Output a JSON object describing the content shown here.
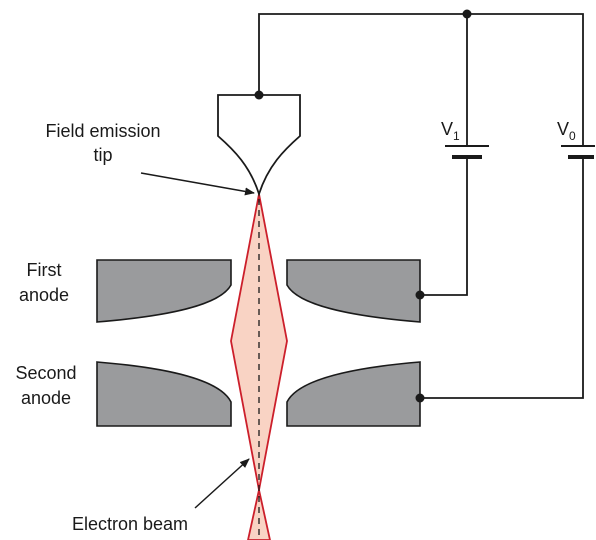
{
  "labels": {
    "tip_line1": "Field emission",
    "tip_line2": "tip",
    "first_anode_line1": "First",
    "first_anode_line2": "anode",
    "second_anode_line1": "Second",
    "second_anode_line2": "anode",
    "electron_beam": "Electron beam",
    "v1_main": "V",
    "v1_sub": "1",
    "v0_main": "V",
    "v0_sub": "0"
  },
  "colors": {
    "anode_fill": "#9a9b9d",
    "beam_fill": "#f9d3c4",
    "beam_stroke": "#cc1f2b",
    "line": "#1a1a1a"
  }
}
